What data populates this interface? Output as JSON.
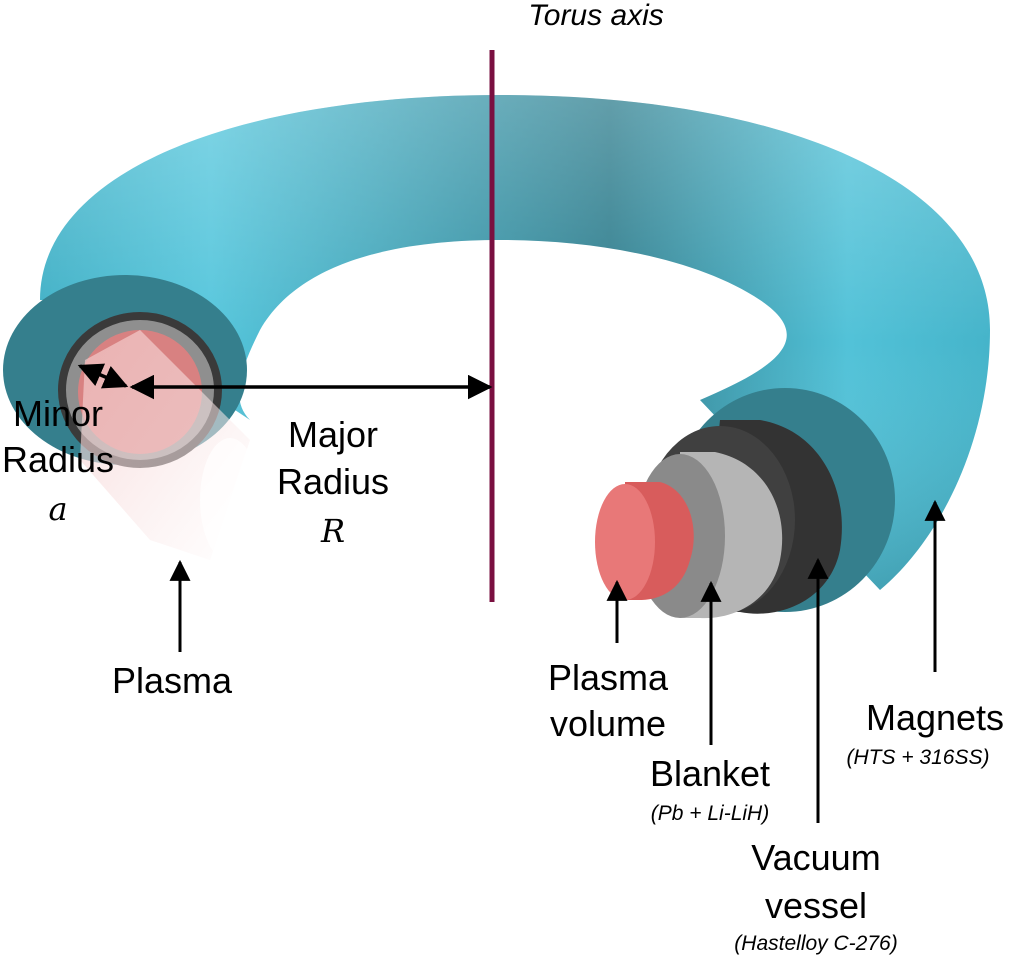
{
  "torus_axis_label": "Torus axis",
  "minor_radius": {
    "line1": "Minor",
    "line2": "Radius",
    "symbol": "a"
  },
  "major_radius": {
    "line1": "Major",
    "line2": "Radius",
    "symbol": "R"
  },
  "plasma_label": "Plasma",
  "plasma_volume": {
    "line1": "Plasma",
    "line2": "volume"
  },
  "blanket": {
    "name": "Blanket",
    "material": "(Pb + Li-LiH)"
  },
  "vacuum_vessel": {
    "line1": "Vacuum",
    "line2": "vessel",
    "material": "(Hastelloy C-276)"
  },
  "magnets": {
    "name": "Magnets",
    "material": "(HTS + 316SS)"
  },
  "colors": {
    "magnet": "#4ec3d8",
    "magnet_face": "#357f8d",
    "vacuum_vessel": "#3a3a3a",
    "blanket": "#a8a8a8",
    "plasma": "#e57272",
    "torus_axis": "#7a1040"
  }
}
